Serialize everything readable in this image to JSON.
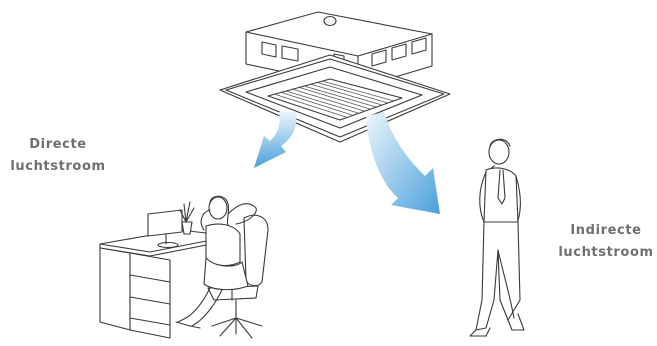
{
  "labels": {
    "direct": {
      "line1": "Directe",
      "line2": "luchtstroom"
    },
    "indirect": {
      "line1": "Indirecte",
      "line2": "luchtstroom"
    }
  },
  "colors": {
    "arrow_start": "#e6f1fa",
    "arrow_end": "#4a9fd8",
    "label_text": "#6f6f6f",
    "line_art": "#3a3a3a"
  },
  "icons": {
    "ac_unit": "cassette-air-conditioner-icon",
    "woman": "seated-woman-icon",
    "man": "standing-man-icon"
  }
}
